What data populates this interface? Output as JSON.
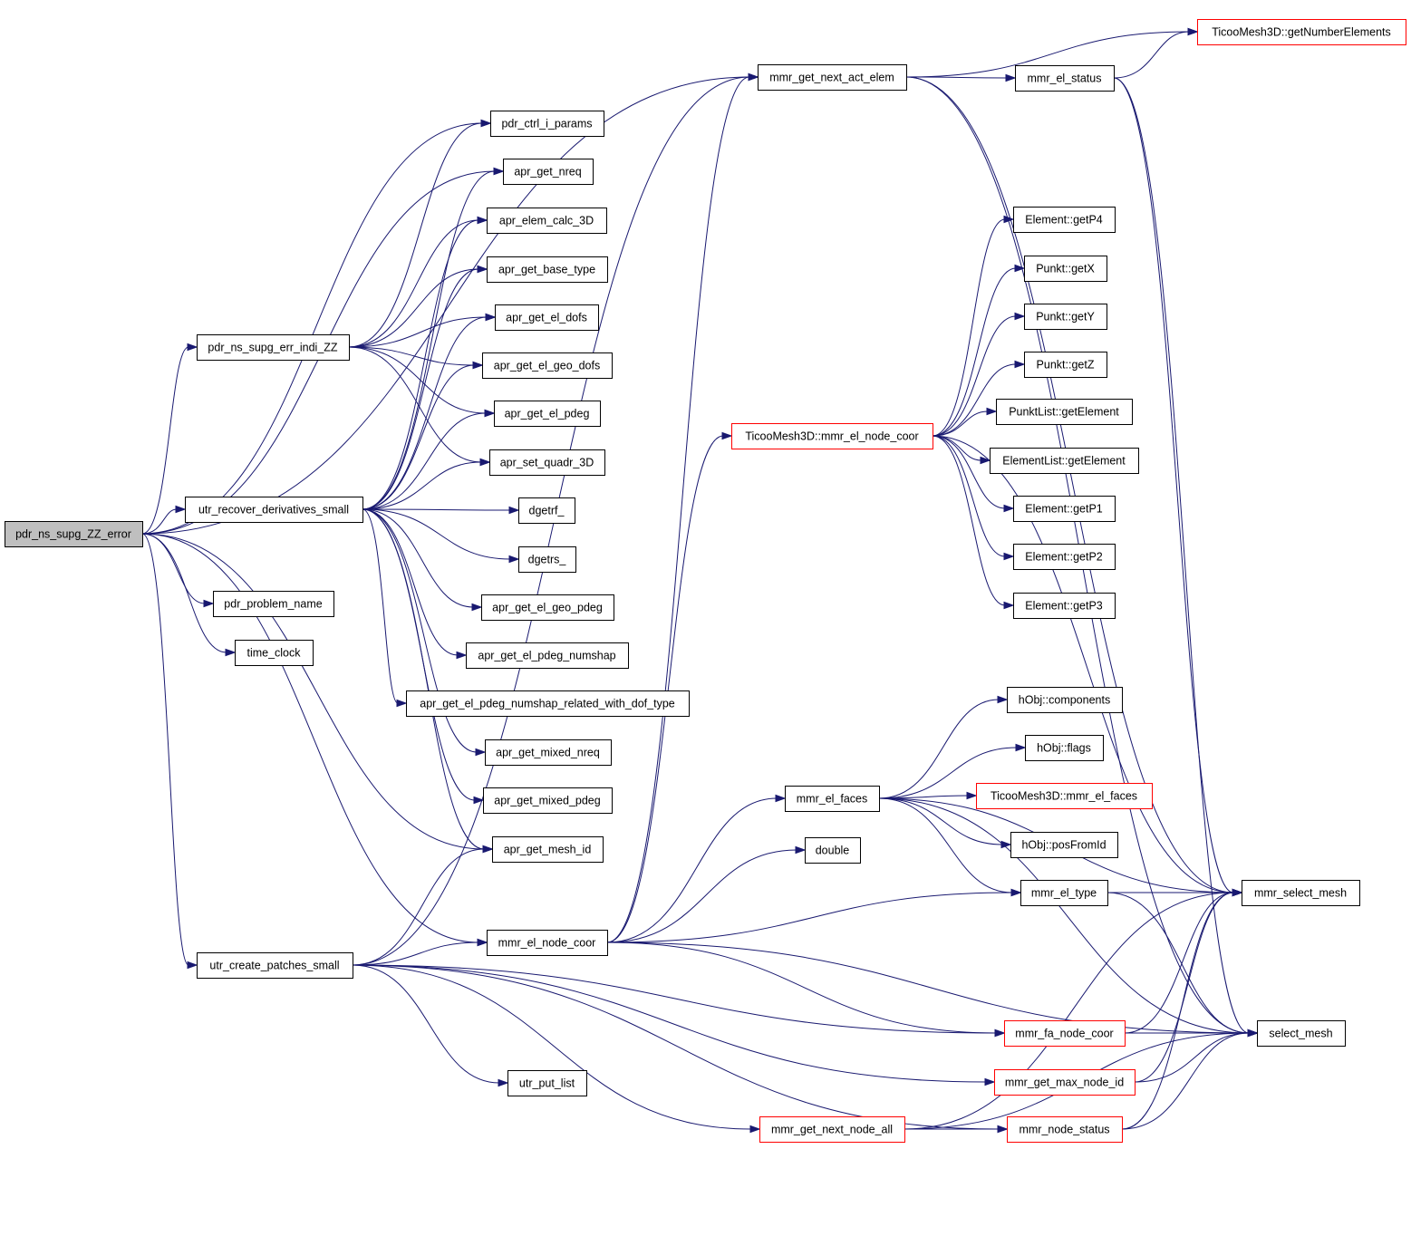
{
  "colors": {
    "edge": "#191970",
    "node_border": "#000000",
    "truncated_border": "#ff0000",
    "root_fill": "#bfbfbf"
  },
  "nodes": [
    {
      "id": "root",
      "label": "pdr_ns_supg_ZZ_error",
      "style": "root"
    },
    {
      "id": "ctrl",
      "label": "pdr_ctrl_i_params"
    },
    {
      "id": "nreq",
      "label": "apr_get_nreq"
    },
    {
      "id": "elemcalc",
      "label": "apr_elem_calc_3D"
    },
    {
      "id": "basetype",
      "label": "apr_get_base_type"
    },
    {
      "id": "eldofs",
      "label": "apr_get_el_dofs"
    },
    {
      "id": "geodofs",
      "label": "apr_get_el_geo_dofs"
    },
    {
      "id": "elpdeg",
      "label": "apr_get_el_pdeg"
    },
    {
      "id": "quadr",
      "label": "apr_set_quadr_3D"
    },
    {
      "id": "dgetrf",
      "label": "dgetrf_"
    },
    {
      "id": "dgetrs",
      "label": "dgetrs_"
    },
    {
      "id": "geopdeg",
      "label": "apr_get_el_geo_pdeg"
    },
    {
      "id": "numshap",
      "label": "apr_get_el_pdeg_numshap"
    },
    {
      "id": "numshaprel",
      "label": "apr_get_el_pdeg_numshap_related_with_dof_type"
    },
    {
      "id": "mixednreq",
      "label": "apr_get_mixed_nreq"
    },
    {
      "id": "mixedpdeg",
      "label": "apr_get_mixed_pdeg"
    },
    {
      "id": "meshid",
      "label": "apr_get_mesh_id"
    },
    {
      "id": "indi",
      "label": "pdr_ns_supg_err_indi_ZZ"
    },
    {
      "id": "recover",
      "label": "utr_recover_derivatives_small"
    },
    {
      "id": "probname",
      "label": "pdr_problem_name"
    },
    {
      "id": "timeclock",
      "label": "time_clock"
    },
    {
      "id": "patches",
      "label": "utr_create_patches_small"
    },
    {
      "id": "putlist",
      "label": "utr_put_list"
    },
    {
      "id": "nextact",
      "label": "mmr_get_next_act_elem"
    },
    {
      "id": "tnodecoor",
      "label": "TicooMesh3D::mmr_el_node_coor",
      "style": "red"
    },
    {
      "id": "elfaces",
      "label": "mmr_el_faces"
    },
    {
      "id": "double",
      "label": "double"
    },
    {
      "id": "nodecoor",
      "label": "mmr_el_node_coor"
    },
    {
      "id": "nextnode",
      "label": "mmr_get_next_node_all",
      "style": "red"
    },
    {
      "id": "elstatus",
      "label": "mmr_el_status"
    },
    {
      "id": "getP4",
      "label": "Element::getP4"
    },
    {
      "id": "getX",
      "label": "Punkt::getX"
    },
    {
      "id": "getY",
      "label": "Punkt::getY"
    },
    {
      "id": "getZ",
      "label": "Punkt::getZ"
    },
    {
      "id": "plget",
      "label": "PunktList::getElement"
    },
    {
      "id": "elget",
      "label": "ElementList::getElement"
    },
    {
      "id": "getP1",
      "label": "Element::getP1"
    },
    {
      "id": "getP2",
      "label": "Element::getP2"
    },
    {
      "id": "getP3",
      "label": "Element::getP3"
    },
    {
      "id": "hcomp",
      "label": "hObj::components"
    },
    {
      "id": "hflags",
      "label": "hObj::flags"
    },
    {
      "id": "tfaces",
      "label": "TicooMesh3D::mmr_el_faces",
      "style": "red"
    },
    {
      "id": "hpos",
      "label": "hObj::posFromId"
    },
    {
      "id": "eltype",
      "label": "mmr_el_type"
    },
    {
      "id": "fanode",
      "label": "mmr_fa_node_coor",
      "style": "red"
    },
    {
      "id": "maxnode",
      "label": "mmr_get_max_node_id",
      "style": "red"
    },
    {
      "id": "nodestatus",
      "label": "mmr_node_status",
      "style": "red"
    },
    {
      "id": "numel",
      "label": "TicooMesh3D::getNumberElements",
      "style": "red"
    },
    {
      "id": "selmeshmmr",
      "label": "mmr_select_mesh"
    },
    {
      "id": "selmesh",
      "label": "select_mesh"
    }
  ],
  "edges": [
    [
      "root",
      "nextact"
    ],
    [
      "root",
      "ctrl"
    ],
    [
      "root",
      "nreq"
    ],
    [
      "root",
      "indi"
    ],
    [
      "root",
      "recover"
    ],
    [
      "root",
      "meshid"
    ],
    [
      "root",
      "probname"
    ],
    [
      "root",
      "timeclock"
    ],
    [
      "root",
      "nodecoor"
    ],
    [
      "root",
      "patches"
    ],
    [
      "indi",
      "ctrl"
    ],
    [
      "indi",
      "elemcalc"
    ],
    [
      "indi",
      "basetype"
    ],
    [
      "indi",
      "eldofs"
    ],
    [
      "indi",
      "geodofs"
    ],
    [
      "indi",
      "elpdeg"
    ],
    [
      "indi",
      "quadr"
    ],
    [
      "recover",
      "nreq"
    ],
    [
      "recover",
      "elemcalc"
    ],
    [
      "recover",
      "basetype"
    ],
    [
      "recover",
      "eldofs"
    ],
    [
      "recover",
      "geodofs"
    ],
    [
      "recover",
      "elpdeg"
    ],
    [
      "recover",
      "quadr"
    ],
    [
      "recover",
      "dgetrf"
    ],
    [
      "recover",
      "dgetrs"
    ],
    [
      "recover",
      "geopdeg"
    ],
    [
      "recover",
      "numshap"
    ],
    [
      "recover",
      "numshaprel"
    ],
    [
      "recover",
      "mixednreq"
    ],
    [
      "recover",
      "mixedpdeg"
    ],
    [
      "recover",
      "meshid"
    ],
    [
      "patches",
      "meshid"
    ],
    [
      "patches",
      "nextact"
    ],
    [
      "patches",
      "nodecoor"
    ],
    [
      "patches",
      "fanode"
    ],
    [
      "patches",
      "maxnode"
    ],
    [
      "patches",
      "nodestatus"
    ],
    [
      "patches",
      "putlist"
    ],
    [
      "patches",
      "nextnode"
    ],
    [
      "nextact",
      "numel"
    ],
    [
      "nextact",
      "elstatus"
    ],
    [
      "nextact",
      "selmeshmmr"
    ],
    [
      "nextact",
      "selmesh"
    ],
    [
      "elstatus",
      "numel"
    ],
    [
      "elstatus",
      "selmeshmmr"
    ],
    [
      "elstatus",
      "selmesh"
    ],
    [
      "tnodecoor",
      "getP4"
    ],
    [
      "tnodecoor",
      "getX"
    ],
    [
      "tnodecoor",
      "getY"
    ],
    [
      "tnodecoor",
      "getZ"
    ],
    [
      "tnodecoor",
      "plget"
    ],
    [
      "tnodecoor",
      "elget"
    ],
    [
      "tnodecoor",
      "getP1"
    ],
    [
      "tnodecoor",
      "getP2"
    ],
    [
      "tnodecoor",
      "getP3"
    ],
    [
      "tnodecoor",
      "selmeshmmr"
    ],
    [
      "nodecoor",
      "nextact"
    ],
    [
      "nodecoor",
      "tnodecoor"
    ],
    [
      "nodecoor",
      "elfaces"
    ],
    [
      "nodecoor",
      "double"
    ],
    [
      "nodecoor",
      "eltype"
    ],
    [
      "nodecoor",
      "fanode"
    ],
    [
      "nodecoor",
      "selmesh"
    ],
    [
      "elfaces",
      "hcomp"
    ],
    [
      "elfaces",
      "hflags"
    ],
    [
      "elfaces",
      "tfaces"
    ],
    [
      "elfaces",
      "hpos"
    ],
    [
      "elfaces",
      "eltype"
    ],
    [
      "elfaces",
      "selmeshmmr"
    ],
    [
      "elfaces",
      "selmesh"
    ],
    [
      "eltype",
      "selmeshmmr"
    ],
    [
      "eltype",
      "selmesh"
    ],
    [
      "fanode",
      "selmeshmmr"
    ],
    [
      "fanode",
      "selmesh"
    ],
    [
      "maxnode",
      "selmeshmmr"
    ],
    [
      "maxnode",
      "selmesh"
    ],
    [
      "nodestatus",
      "selmeshmmr"
    ],
    [
      "nodestatus",
      "selmesh"
    ],
    [
      "nextnode",
      "nodestatus"
    ],
    [
      "nextnode",
      "selmeshmmr"
    ],
    [
      "nextnode",
      "selmesh"
    ]
  ]
}
